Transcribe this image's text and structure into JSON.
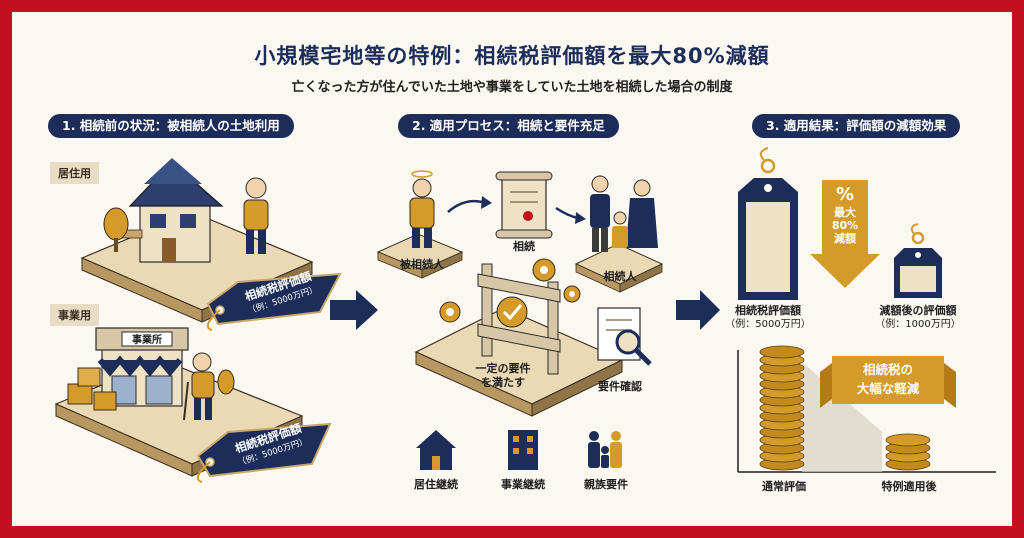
{
  "header": {
    "title": "小規模宅地等の特例：相続税評価額を最大80%減額",
    "subtitle": "亡くなった方が住んでいた土地や事業をしていた土地を相続した場合の制度"
  },
  "section1": {
    "heading": "1. 相続前の状況：被相続人の土地利用",
    "residential_label": "居住用",
    "business_label": "事業用",
    "store_sign": "事業所",
    "tag1_line1": "相続税評価額",
    "tag1_line2": "（例：5000万円）",
    "tag2_line1": "相続税評価額",
    "tag2_line2": "（例：5000万円）"
  },
  "section2": {
    "heading": "2. 適用プロセス：相続と要件充足",
    "decedent_label": "被相続人",
    "inheritance_label": "相続",
    "heir_label": "相続人",
    "requirement_met_line1": "一定の要件",
    "requirement_met_line2": "を満たす",
    "requirement_check_label": "要件確認",
    "req_items": [
      "居住継続",
      "事業継続",
      "親族要件"
    ]
  },
  "section3": {
    "heading": "3. 適用結果：評価額の減額効果",
    "before_label_line1": "相続税評価額",
    "before_label_line2": "（例：5000万円）",
    "after_label_line1": "減額後の評価額",
    "after_label_line2": "（例：1000万円）",
    "arrow_symbol": "%",
    "arrow_text_line1": "最大",
    "arrow_text_line2": "80%",
    "arrow_text_line3": "減額",
    "banner_line1": "相続税の",
    "banner_line2": "大幅な軽減",
    "normal_label": "通常評価",
    "special_label": "特例適用後"
  },
  "colors": {
    "navy": "#1d2d5a",
    "gold": "#d49a2a",
    "border_red": "#c3101f",
    "tan": "#e8dcc4"
  }
}
